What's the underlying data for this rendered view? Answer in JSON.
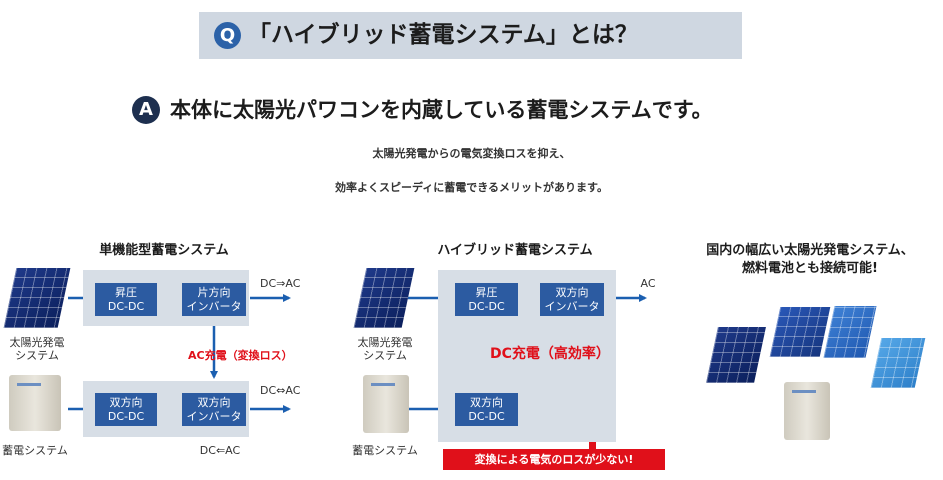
{
  "question": {
    "badge": "Q",
    "text": "「ハイブリッド蓄電システム」とは？"
  },
  "answer": {
    "badge": "A",
    "text": "本体に太陽光パワコンを内蔵している蓄電システムです。"
  },
  "description": {
    "line1": "太陽光発電からの電気変換ロスを抑え、",
    "line2": "効率よくスピーディに蓄電できるメリットがあります。"
  },
  "left_panel": {
    "title": "単機能型蓄電システム",
    "solar_label_1": "太陽光発電",
    "solar_label_2": "システム",
    "boost_1": "昇圧",
    "boost_2": "DC-DC",
    "inv_1_1": "片方向",
    "inv_1_2": "インバータ",
    "out_top": "DC⇒AC",
    "ac_charge": "AC充電（変換ロス）",
    "bidir_dc_1": "双方向",
    "bidir_dc_2": "DC-DC",
    "bidir_inv_1": "双方向",
    "bidir_inv_2": "インバータ",
    "out_bottom": "DC⇔AC",
    "bottom_note": "DC⇐AC",
    "battery_label": "蓄電システム"
  },
  "center_panel": {
    "title": "ハイブリッド蓄電システム",
    "solar_label_1": "太陽光発電",
    "solar_label_2": "システム",
    "boost_1": "昇圧",
    "boost_2": "DC-DC",
    "inv_1": "双方向",
    "inv_2": "インバータ",
    "out": "AC",
    "dc_charge": "DC充電（高効率）",
    "bidir_dc_1": "双方向",
    "bidir_dc_2": "DC-DC",
    "battery_label": "蓄電システム",
    "callout": "変換による電気のロスが少ない!"
  },
  "right_panel": {
    "title_1": "国内の幅広い太陽光発電システム、",
    "title_2": "燃料電池とも接続可能!"
  },
  "colors": {
    "arrow_blue": "#1b5fb0",
    "red": "#e0101a",
    "box_blue": "#2c5ba1",
    "panel_grey": "#d7dee6"
  }
}
